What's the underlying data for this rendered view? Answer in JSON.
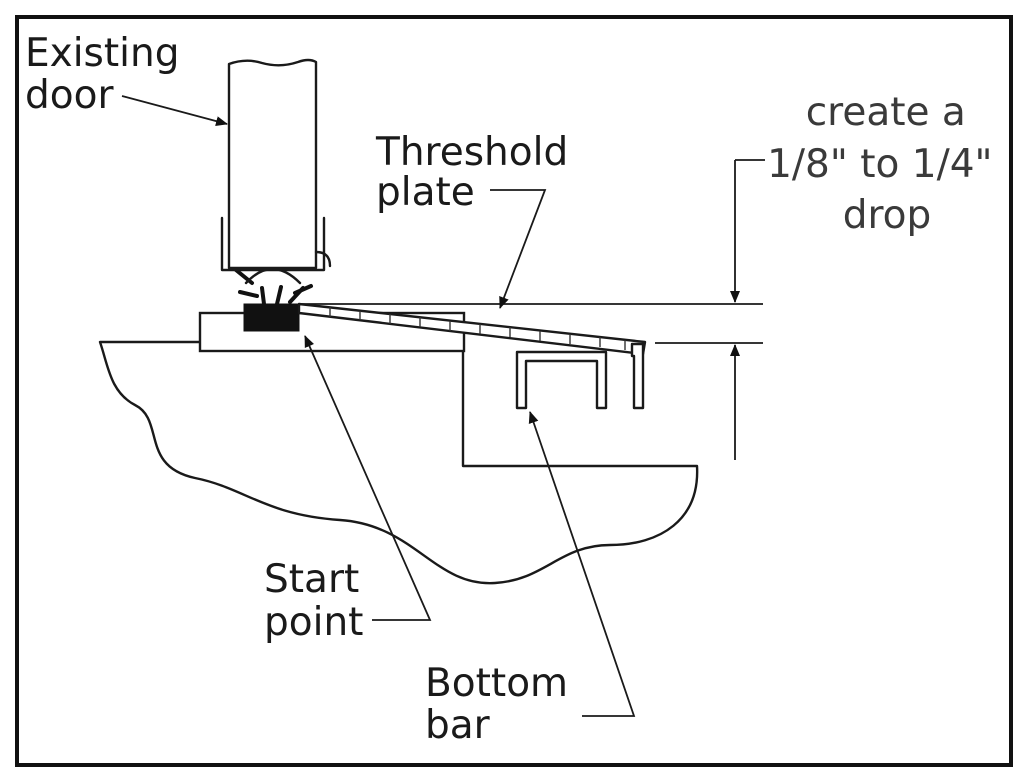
{
  "labels": {
    "existing_door": [
      "Existing",
      "door"
    ],
    "threshold_plate": [
      "Threshold",
      "plate"
    ],
    "drop_note": [
      "create a",
      "1/8\" to 1/4\"",
      "drop"
    ],
    "start_point": [
      "Start",
      "point"
    ],
    "bottom_bar": [
      "Bottom",
      "bar"
    ]
  }
}
